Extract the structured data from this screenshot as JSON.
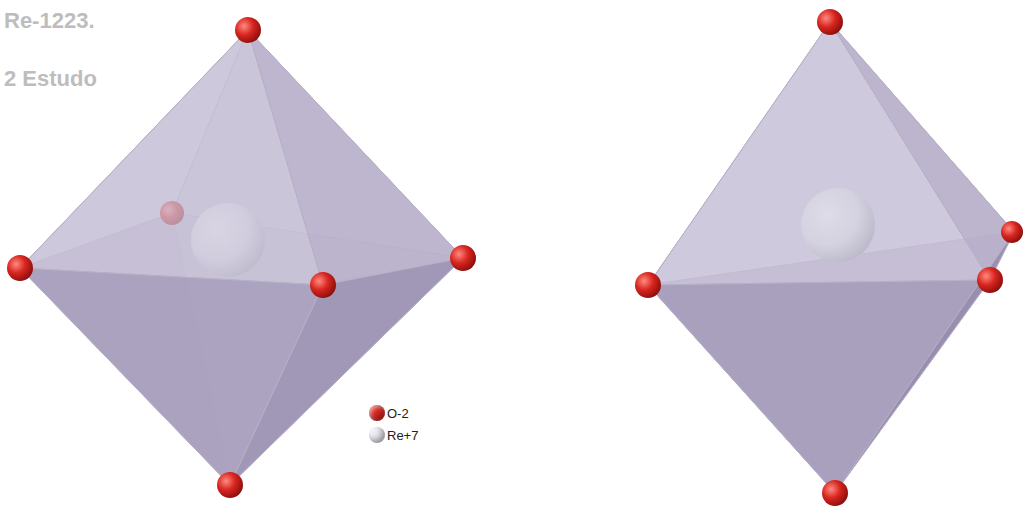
{
  "diagram": {
    "labels": [
      "Re-1223.",
      "2 Estudo"
    ],
    "legend": [
      {
        "text": "O-2",
        "color": "#d8251f"
      },
      {
        "text": "Re+7",
        "color": "#e6e6ee"
      }
    ]
  }
}
